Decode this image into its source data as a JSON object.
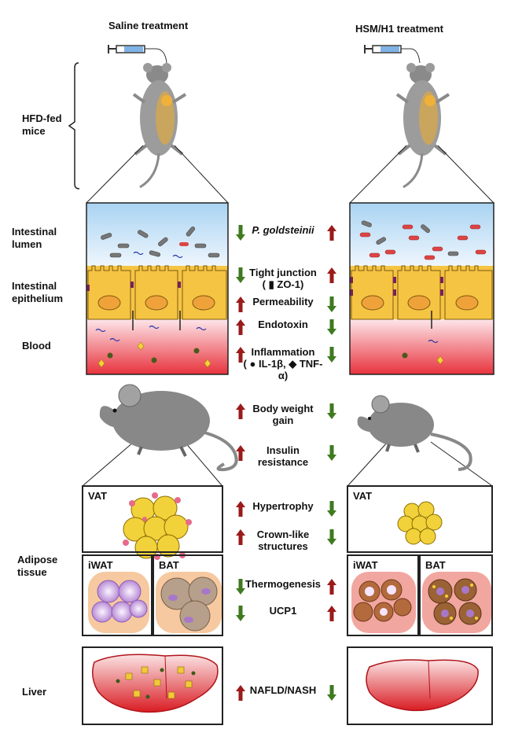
{
  "headers": {
    "left": "Saline treatment",
    "right": "HSM/H1 treatment"
  },
  "side_labels": {
    "hfd_line1": "HFD-fed",
    "hfd_line2": "mice",
    "lumen_line1": "Intestinal",
    "lumen_line2": "lumen",
    "epith_line1": "Intestinal",
    "epith_line2": "epithelium",
    "blood": "Blood",
    "adipose_line1": "Adipose",
    "adipose_line2": "tissue",
    "liver": "Liver"
  },
  "panel_tags": {
    "vat": "VAT",
    "iwat": "iWAT",
    "bat": "BAT"
  },
  "comparisons": [
    {
      "line1": "P. goldsteinii",
      "line2": "",
      "left": "down",
      "right": "up"
    },
    {
      "line1": "Tight junction",
      "line2": "( ▮ ZO-1)",
      "left": "down",
      "right": "up"
    },
    {
      "line1": "Permeability",
      "line2": "",
      "left": "up",
      "right": "down"
    },
    {
      "line1": "Endotoxin",
      "line2": "",
      "left": "up",
      "right": "down"
    },
    {
      "line1": "Inflammation",
      "line2": "( ● IL-1β, ◆ TNF-α)",
      "left": "up",
      "right": "down"
    },
    {
      "line1": "Body weight",
      "line2": "gain",
      "left": "up",
      "right": "down"
    },
    {
      "line1": "Insulin",
      "line2": "resistance",
      "left": "up",
      "right": "down"
    },
    {
      "line1": "Hypertrophy",
      "line2": "",
      "left": "up",
      "right": "down"
    },
    {
      "line1": "Crown-like",
      "line2": "structures",
      "left": "up",
      "right": "down"
    },
    {
      "line1": "Thermogenesis",
      "line2": "",
      "left": "down",
      "right": "up"
    },
    {
      "line1": "UCP1",
      "line2": "",
      "left": "down",
      "right": "up"
    },
    {
      "line1": "NAFLD/NASH",
      "line2": "",
      "left": "up",
      "right": "down"
    }
  ],
  "colors": {
    "up": "#9b1a1a",
    "down": "#3f7a1f",
    "fat": "#f2d23a",
    "blood": "#e8323c"
  }
}
